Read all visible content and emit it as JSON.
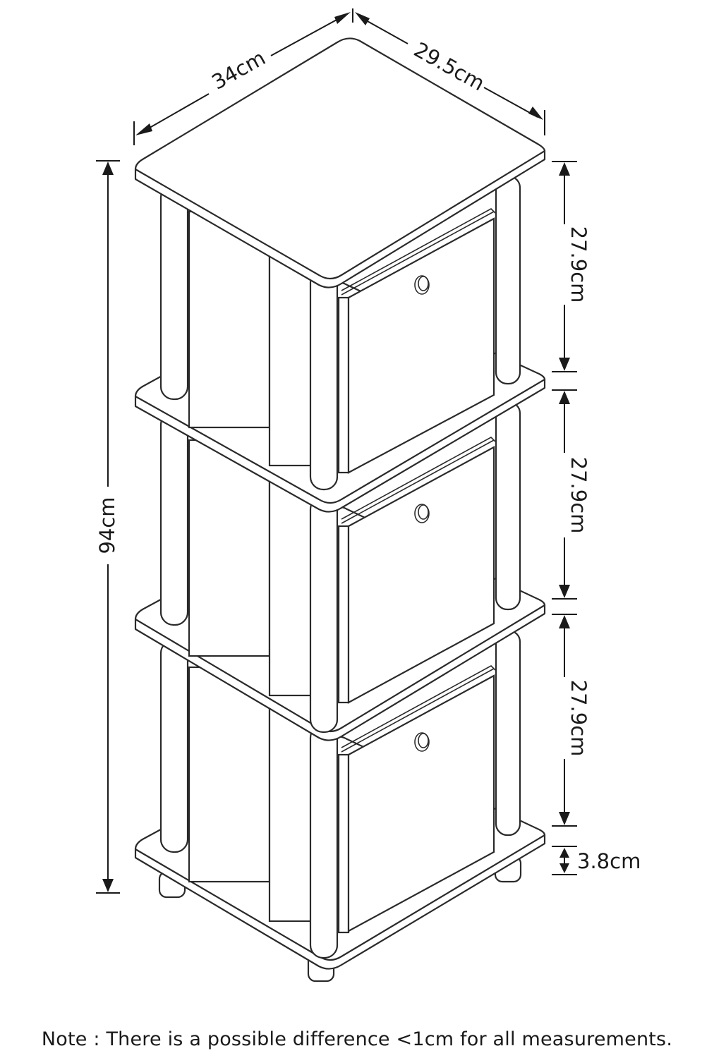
{
  "dimensions": {
    "width": "34cm",
    "depth": "29.5cm",
    "total_height": "94cm",
    "tier1_height": "27.9cm",
    "tier2_height": "27.9cm",
    "tier3_height": "27.9cm",
    "base_height": "3.8cm"
  },
  "note": "Note : There is a possible difference <1cm for all measurements.",
  "colors": {
    "line": "#2a2a2a",
    "background": "#ffffff"
  }
}
